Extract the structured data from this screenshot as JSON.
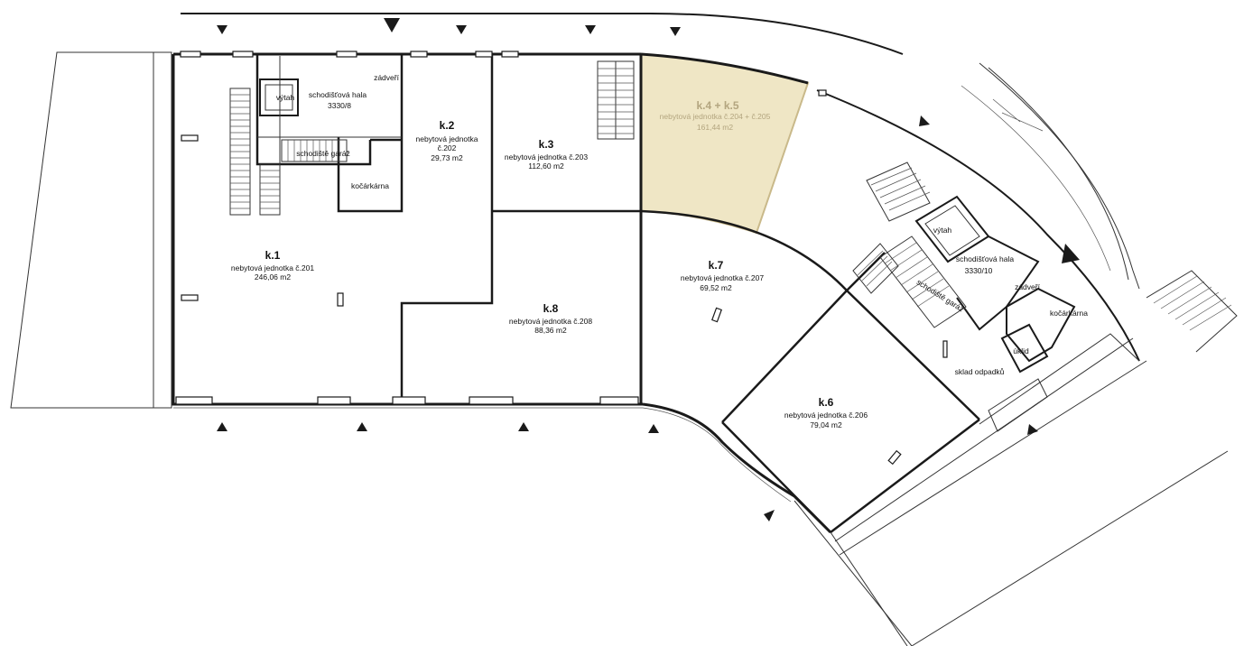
{
  "units": [
    {
      "id": "k.1",
      "desc": "nebytová jednotka č.201",
      "area": "246,06 m2"
    },
    {
      "id": "k.2",
      "desc_line1": "nebytová jednotka",
      "desc_line2": "č.202",
      "area": "29,73 m2"
    },
    {
      "id": "k.3",
      "desc": "nebytová jednotka č.203",
      "area": "112,60 m2"
    },
    {
      "id": "k.4 + k.5",
      "desc": "nebytová jednotka č.204 + č.205",
      "area": "161,44 m2"
    },
    {
      "id": "k.7",
      "desc": "nebytová jednotka č.207",
      "area": "69,52 m2"
    },
    {
      "id": "k.8",
      "desc": "nebytová jednotka č.208",
      "area": "88,36 m2"
    },
    {
      "id": "k.6",
      "desc": "nebytová jednotka č.206",
      "area": "79,04 m2"
    }
  ],
  "rooms_west": {
    "lift": "výtah",
    "hall": "schodišťová hala",
    "hall_no": "3330/8",
    "vestibule": "zádveří",
    "stairs_garage": "schodiště garáž",
    "pram_room": "kočárkárna"
  },
  "rooms_east": {
    "lift": "výtah",
    "hall": "schodišťová hala",
    "hall_no": "3330/10",
    "vestibule": "zádveří",
    "stairs_garage": "schodiště garáž",
    "pram_room": "kočárkárna",
    "cleaning": "úklid",
    "waste": "sklad odpadků"
  },
  "colors": {
    "highlight_fill": "#efe6c5",
    "highlight_text": "#b3a57f",
    "walls": "#1a1a1a"
  }
}
